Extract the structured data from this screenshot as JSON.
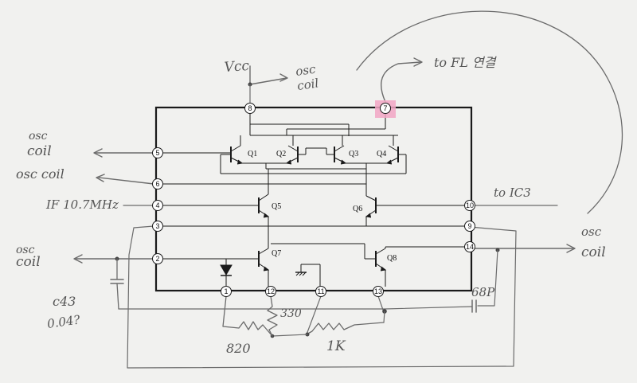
{
  "pins": {
    "p1": "1",
    "p2": "2",
    "p3": "3",
    "p4": "4",
    "p5": "5",
    "p6": "6",
    "p7": "7",
    "p8": "8",
    "p9": "9",
    "p10": "10",
    "p11": "11",
    "p12": "12",
    "p13": "13",
    "p14": "14"
  },
  "transistors": {
    "q1": "Q1",
    "q2": "Q2",
    "q3": "Q3",
    "q4": "Q4",
    "q5": "Q5",
    "q6": "Q6",
    "q7": "Q7",
    "q8": "Q8"
  },
  "handwriting": {
    "vcc": "Vcc",
    "osc_top_1": "osc",
    "osc_top_2": "coil",
    "to_fl": "to FL 연결",
    "osc_left5_1": "osc",
    "osc_left5_2": "coil",
    "osc_left6": "osc coil",
    "if_label": "IF 10.7MHz",
    "to_ic3": "to IC3",
    "osc_left2_1": "osc",
    "osc_left2_2": "coil",
    "osc_right_1": "osc",
    "osc_right_2": "coil",
    "c43": "c43",
    "c43_val": "0.04?",
    "r330": "330",
    "r820": "820",
    "r1k": "1K",
    "c68p": "68P"
  },
  "colors": {
    "highlight": "#f2a6c4",
    "ink": "#1a1a1a",
    "pencil": "#6b6b6b"
  }
}
